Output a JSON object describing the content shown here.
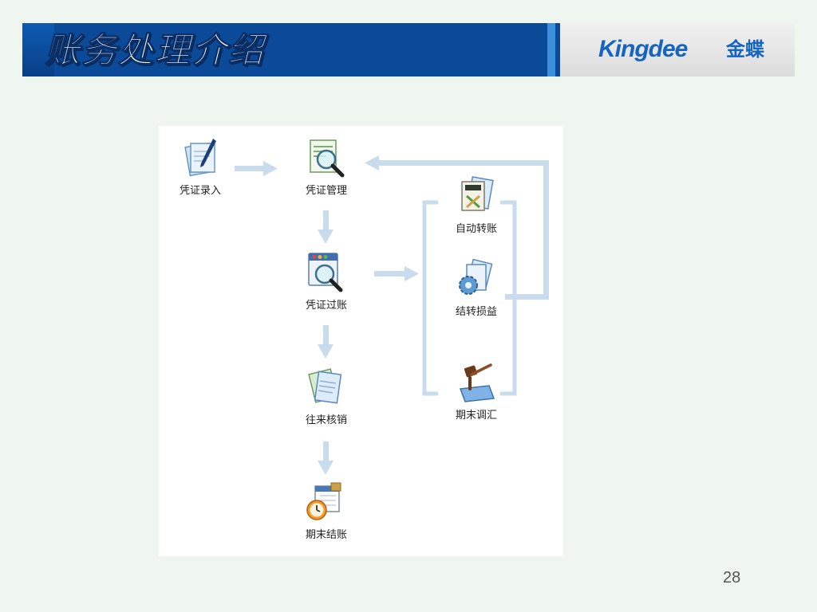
{
  "header": {
    "title": "账务处理介绍",
    "brand_name": "Kingdee",
    "brand_cn": "金蝶"
  },
  "diagram": {
    "nodes": {
      "voucher_entry": {
        "label": "凭证录入",
        "icon": "pen-document-icon"
      },
      "voucher_management": {
        "label": "凭证管理",
        "icon": "magnifier-document-icon"
      },
      "voucher_posting": {
        "label": "凭证过账",
        "icon": "magnifier-window-icon"
      },
      "ar_ap_writeoff": {
        "label": "往来核销",
        "icon": "stacked-papers-icon"
      },
      "period_end_closing": {
        "label": "期末结账",
        "icon": "calendar-clock-icon"
      },
      "auto_transfer": {
        "label": "自动转账",
        "icon": "calculator-transfer-icon"
      },
      "pl_transfer": {
        "label": "结转损益",
        "icon": "gear-document-icon"
      },
      "period_end_adjust": {
        "label": "期末调汇",
        "icon": "gavel-icon"
      }
    },
    "colors": {
      "arrow": "#c9dced",
      "bracket": "#c9dced",
      "panel": "#ffffff"
    }
  },
  "footer": {
    "page_number": "28"
  }
}
